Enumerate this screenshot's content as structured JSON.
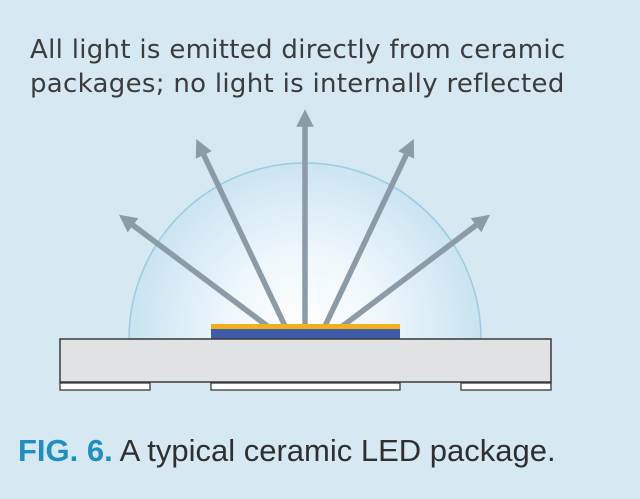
{
  "description_lines": [
    "All light is emitted directly from ceramic",
    "packages; no light is internally reflected"
  ],
  "caption": {
    "label": "FIG. 6.",
    "text": " A typical ceramic LED package."
  },
  "colors": {
    "background": "#d6e8f1",
    "caption_label": "#1f8fc2",
    "arrow": "#8c9ba8",
    "dome_edge": "#9ccbe3",
    "substrate": "#e1e2e4",
    "phosphor": "#f2b11a",
    "die": "#3f5ca8"
  },
  "light_rays": 5
}
